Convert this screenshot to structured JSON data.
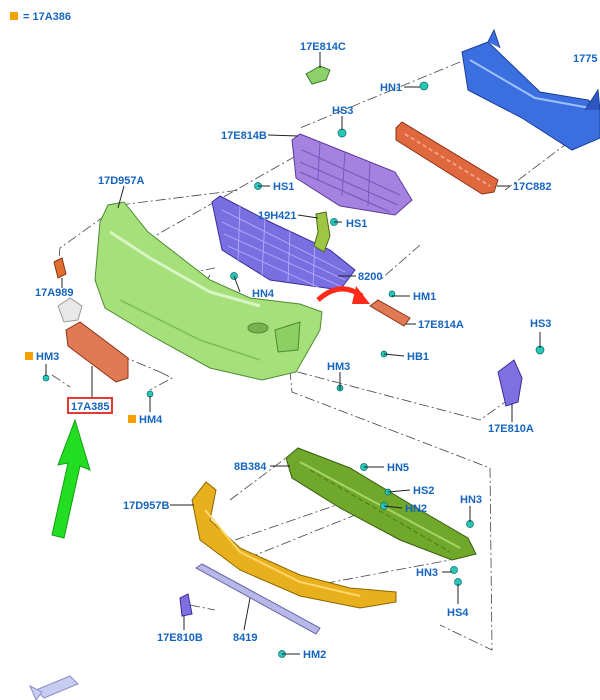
{
  "legend": {
    "marker_color": "#f5a200",
    "text": "= 17A386"
  },
  "highlight": {
    "box_color": "#e53935",
    "arrow_color": "#22dd22",
    "curve_arrow_color": "#ff2a1a"
  },
  "colors": {
    "label": "#1565c0",
    "bumper_cover": "#a6e07a",
    "reinforcement": "#3b6fe0",
    "absorber": "#e0683e",
    "upper_grille": "#a682e0",
    "lower_grille": "#7a6fe0",
    "deflector": "#6fa82a",
    "lip": "#e8b01c"
  },
  "labels": {
    "l17E814C": "17E814C",
    "lHN1": "HN1",
    "l1775": "1775",
    "lHS3top": "HS3",
    "l17E814B": "17E814B",
    "l17C882": "17C882",
    "l17D957A": "17D957A",
    "lHS1a": "HS1",
    "l19H421": "19H421",
    "lHS1b": "HS1",
    "l8200": "8200",
    "lHM1": "HM1",
    "l17A989": "17A989",
    "lHN4": "HN4",
    "l17E814A": "17E814A",
    "lHS3right": "HS3",
    "lHB1": "HB1",
    "lHM3left": "HM3",
    "lHM3mid": "HM3",
    "l17A385": "17A385",
    "lHM4": "HM4",
    "l17E810A": "17E810A",
    "l8B384": "8B384",
    "lHN5": "HN5",
    "lHS2": "HS2",
    "l17D957B": "17D957B",
    "lHN2": "HN2",
    "lHN3a": "HN3",
    "lHN3b": "HN3",
    "lHS4": "HS4",
    "l17E810B": "17E810B",
    "l8419": "8419",
    "lHM2": "HM2"
  }
}
